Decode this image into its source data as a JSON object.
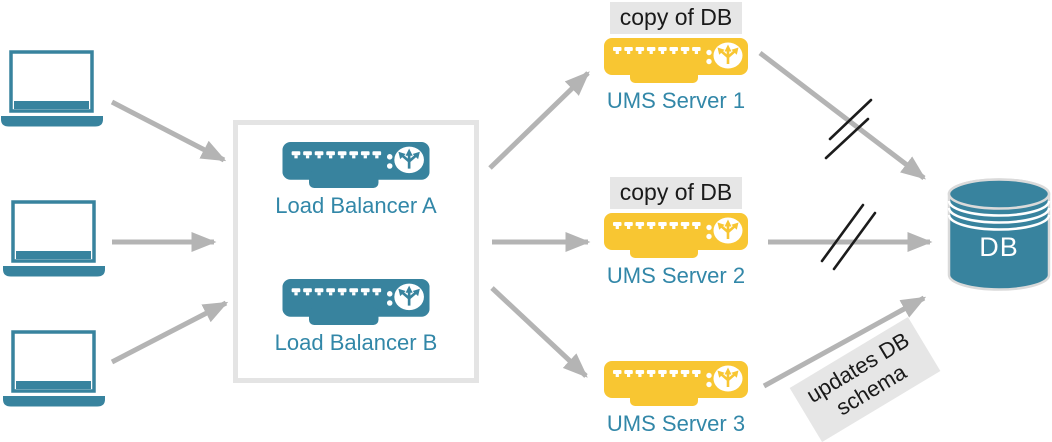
{
  "colors": {
    "teal": "#38839E",
    "teal_text": "#3287A8",
    "yellow": "#F8C632",
    "arrow_gray": "#B4B4B4",
    "badge_bg": "#E6E6E6",
    "box_border": "#E4E4E4",
    "slash": "#1C1C1C",
    "note_text": "#1A1A1A",
    "db_stroke": "#DADADA"
  },
  "icons": {
    "client": "laptop-icon",
    "load_balancer": "network-appliance-icon",
    "ums_server": "network-appliance-icon",
    "database": "database-cylinder-icon"
  },
  "load_balancers": [
    {
      "label": "Load Balancer A"
    },
    {
      "label": "Load Balancer B"
    }
  ],
  "ums_servers": [
    {
      "label": "UMS Server 1",
      "badge": "copy of DB"
    },
    {
      "label": "UMS Server 2",
      "badge": "copy of DB"
    },
    {
      "label": "UMS Server 3"
    }
  ],
  "database": {
    "label": "DB"
  },
  "annotations": {
    "schema_note": "updates DB schema"
  }
}
